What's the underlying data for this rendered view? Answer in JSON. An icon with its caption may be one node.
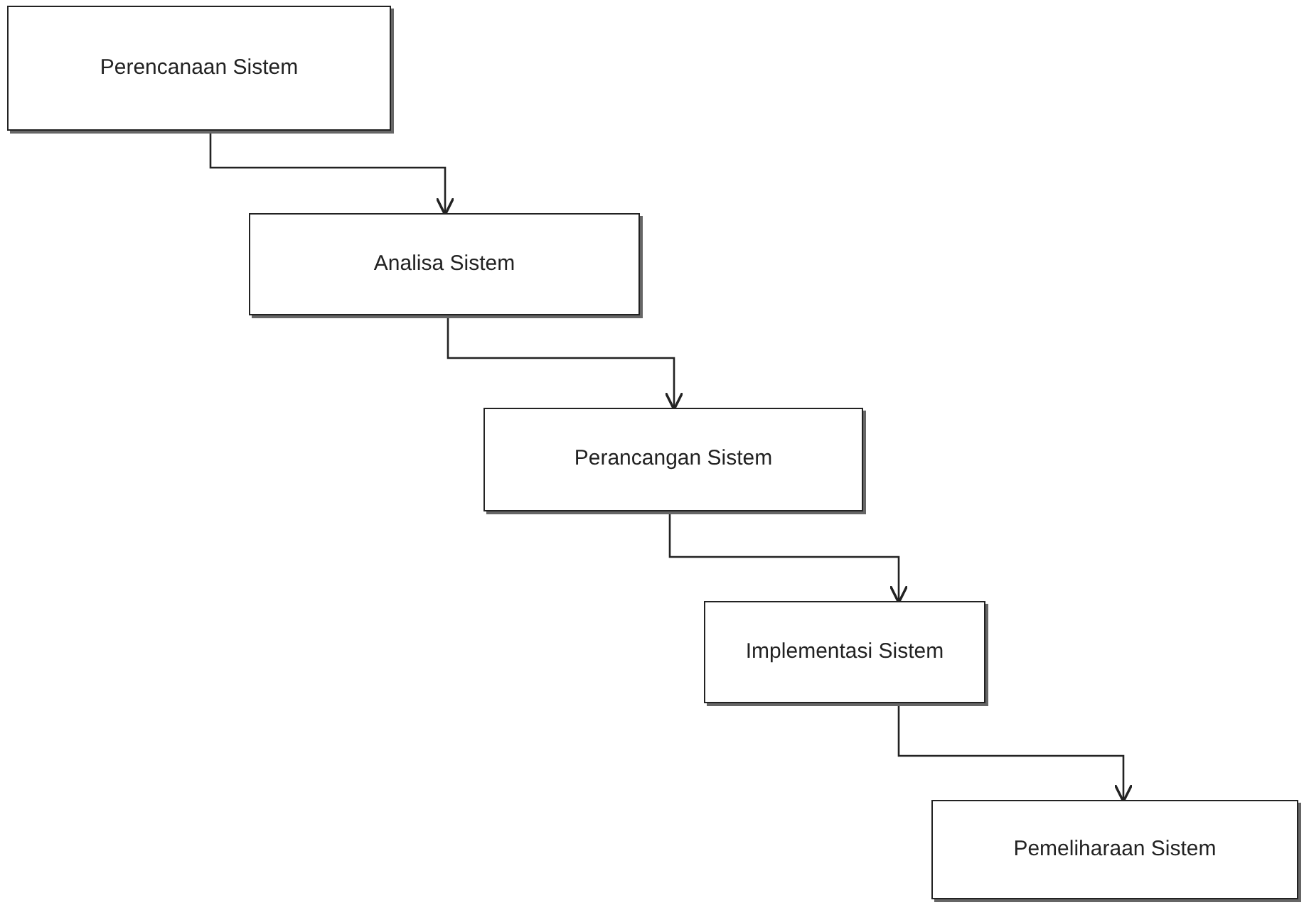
{
  "diagram": {
    "nodes": [
      {
        "text": [
          "Perencanaan Sistem"
        ]
      },
      {
        "text": [
          "Analisa Sistem"
        ]
      },
      {
        "text": [
          "Perancangan Sistem"
        ]
      },
      {
        "text": [
          "Implementasi Sistem"
        ]
      },
      {
        "text": [
          "Pemeliharaan Sistem"
        ]
      }
    ],
    "edges": [
      {
        "from": 0,
        "to": 1,
        "arrow": "to"
      },
      {
        "from": 1,
        "to": 2,
        "arrow": "to"
      },
      {
        "from": 2,
        "to": 3,
        "arrow": "to"
      },
      {
        "from": 3,
        "to": 4,
        "arrow": "to"
      }
    ]
  }
}
